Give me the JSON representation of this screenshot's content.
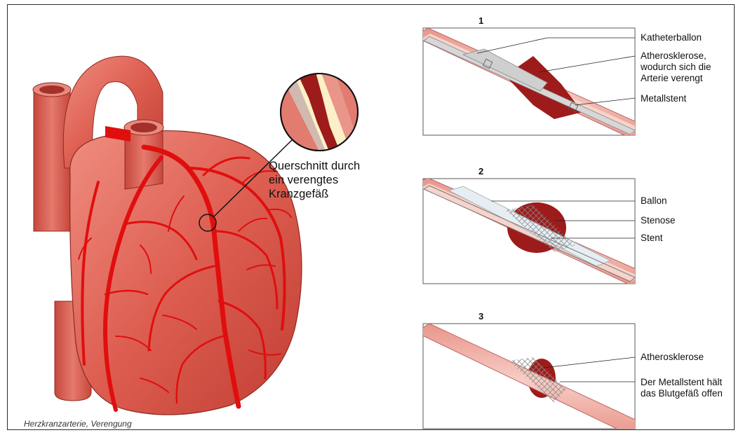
{
  "caption": "Herzkranzarterie, Verengung",
  "cross_section_label": [
    "Querschnitt durch",
    "ein verengtes",
    "Kranzgefäß"
  ],
  "panels": [
    {
      "number": "1",
      "labels": [
        {
          "lines": [
            "Katheterballon"
          ]
        },
        {
          "lines": [
            "Atherosklerose,",
            "wodurch sich die",
            "Arterie verengt"
          ]
        },
        {
          "lines": [
            "Metallstent"
          ]
        }
      ]
    },
    {
      "number": "2",
      "labels": [
        {
          "lines": [
            "Ballon"
          ]
        },
        {
          "lines": [
            "Stenose"
          ]
        },
        {
          "lines": [
            "Stent"
          ]
        }
      ]
    },
    {
      "number": "3",
      "labels": [
        {
          "lines": [
            "Atherosklerose"
          ]
        },
        {
          "lines": [
            "Der Metallstent hält",
            "das Blutgefäß offen"
          ]
        }
      ]
    }
  ],
  "colors": {
    "heart": "#d9574a",
    "heart_dark": "#b7342c",
    "vessel": "#e10e0e",
    "artery_wall": "#f2b3a8",
    "plaque": "#9e1b1b",
    "panel_border": "#5a5a5a"
  }
}
